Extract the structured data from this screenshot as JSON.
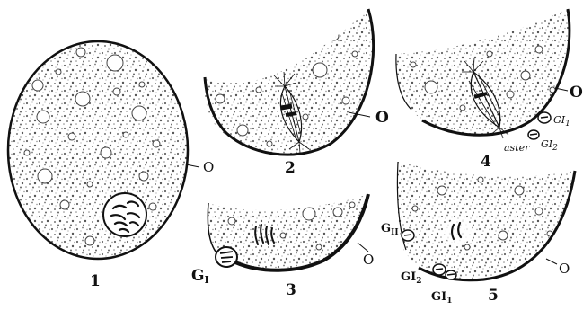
{
  "figures": [
    {
      "number": "1",
      "o_label": "O"
    },
    {
      "number": "2",
      "o_label": "O"
    },
    {
      "number": "3",
      "o_label": "O",
      "gi_label": "G",
      "gi_sub": "I"
    },
    {
      "number": "4",
      "o_label": "O",
      "aster_label": "aster",
      "gi1_label": "GI",
      "gi1_sub": "1",
      "gi2_label": "GI",
      "gi2_sub": "2"
    },
    {
      "number": "5",
      "o_label": "O",
      "gii_label": "G",
      "gii_sub": "II",
      "gi2_label": "GI",
      "gi2_sub": "2",
      "gi1_label": "GI",
      "gi1_sub": "1"
    }
  ]
}
